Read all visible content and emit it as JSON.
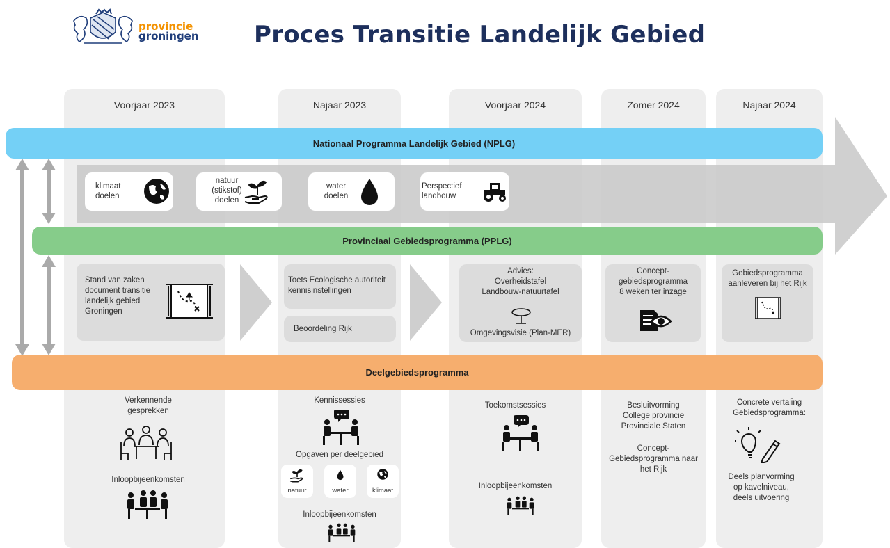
{
  "logo": {
    "line1": "provincie",
    "line2": "groningen"
  },
  "title": "Proces Transitie Landelijk Gebied",
  "columns": [
    "Voorjaar 2023",
    "Najaar 2023",
    "Voorjaar 2024",
    "Zomer 2024",
    "Najaar 2024"
  ],
  "bands": {
    "nplg": "Nationaal Programma Landelijk Gebied (NPLG)",
    "pplg": "Provinciaal Gebiedsprogramma (PPLG)",
    "deel": "Deelgebiedsprogramma"
  },
  "goals": [
    {
      "label": "klimaat\ndoelen",
      "icon": "globe-icon"
    },
    {
      "label": "natuur\n(stikstof)\ndoelen",
      "icon": "plant-hand-icon"
    },
    {
      "label": "water\ndoelen",
      "icon": "water-drop-icon"
    },
    {
      "label": "Perspectief\nlandbouw",
      "icon": "tractor-icon"
    }
  ],
  "pplg": {
    "c1": "Stand van zaken\ndocument transitie\nlandelijk gebied\nGroningen",
    "c2a": "Toets Ecologische autoriteit\nkennisinstellingen",
    "c2b": "Beoordeling Rijk",
    "c3a": "Advies:\nOverheidstafel\nLandbouw-natuurtafel",
    "c3b": "Omgevingsvisie (Plan-MER)",
    "c4": "Concept-\ngebiedsprogramma\n8 weken ter inzage",
    "c5": "Gebiedsprogramma\naanleveren bij het Rijk"
  },
  "deel": {
    "c1a": "Verkennende\ngesprekken",
    "c1b": "Inloopbijeenkomsten",
    "c2a": "Kennissessies",
    "c2b": "Opgaven per deelgebied",
    "c2c": "Inloopbijeenkomsten",
    "mini": [
      "natuur",
      "water",
      "klimaat"
    ],
    "c3a": "Toekomstsessies",
    "c3b": "Inloopbijeenkomsten",
    "c4a": "Besluitvorming\nCollege provincie\nProvinciale Staten",
    "c4b": "Concept-\nGebiedsprogramma naar\nhet Rijk",
    "c5a": "Concrete vertaling\nGebiedsprogramma:",
    "c5b": "Deels planvorming\nop kavelniveau,\ndeels uitvoering"
  },
  "colors": {
    "nplg": "#74d0f6",
    "pplg": "#86cc8a",
    "deel": "#f6ae6e",
    "arrow": "#c8c8c8",
    "column": "#eeeeee"
  }
}
